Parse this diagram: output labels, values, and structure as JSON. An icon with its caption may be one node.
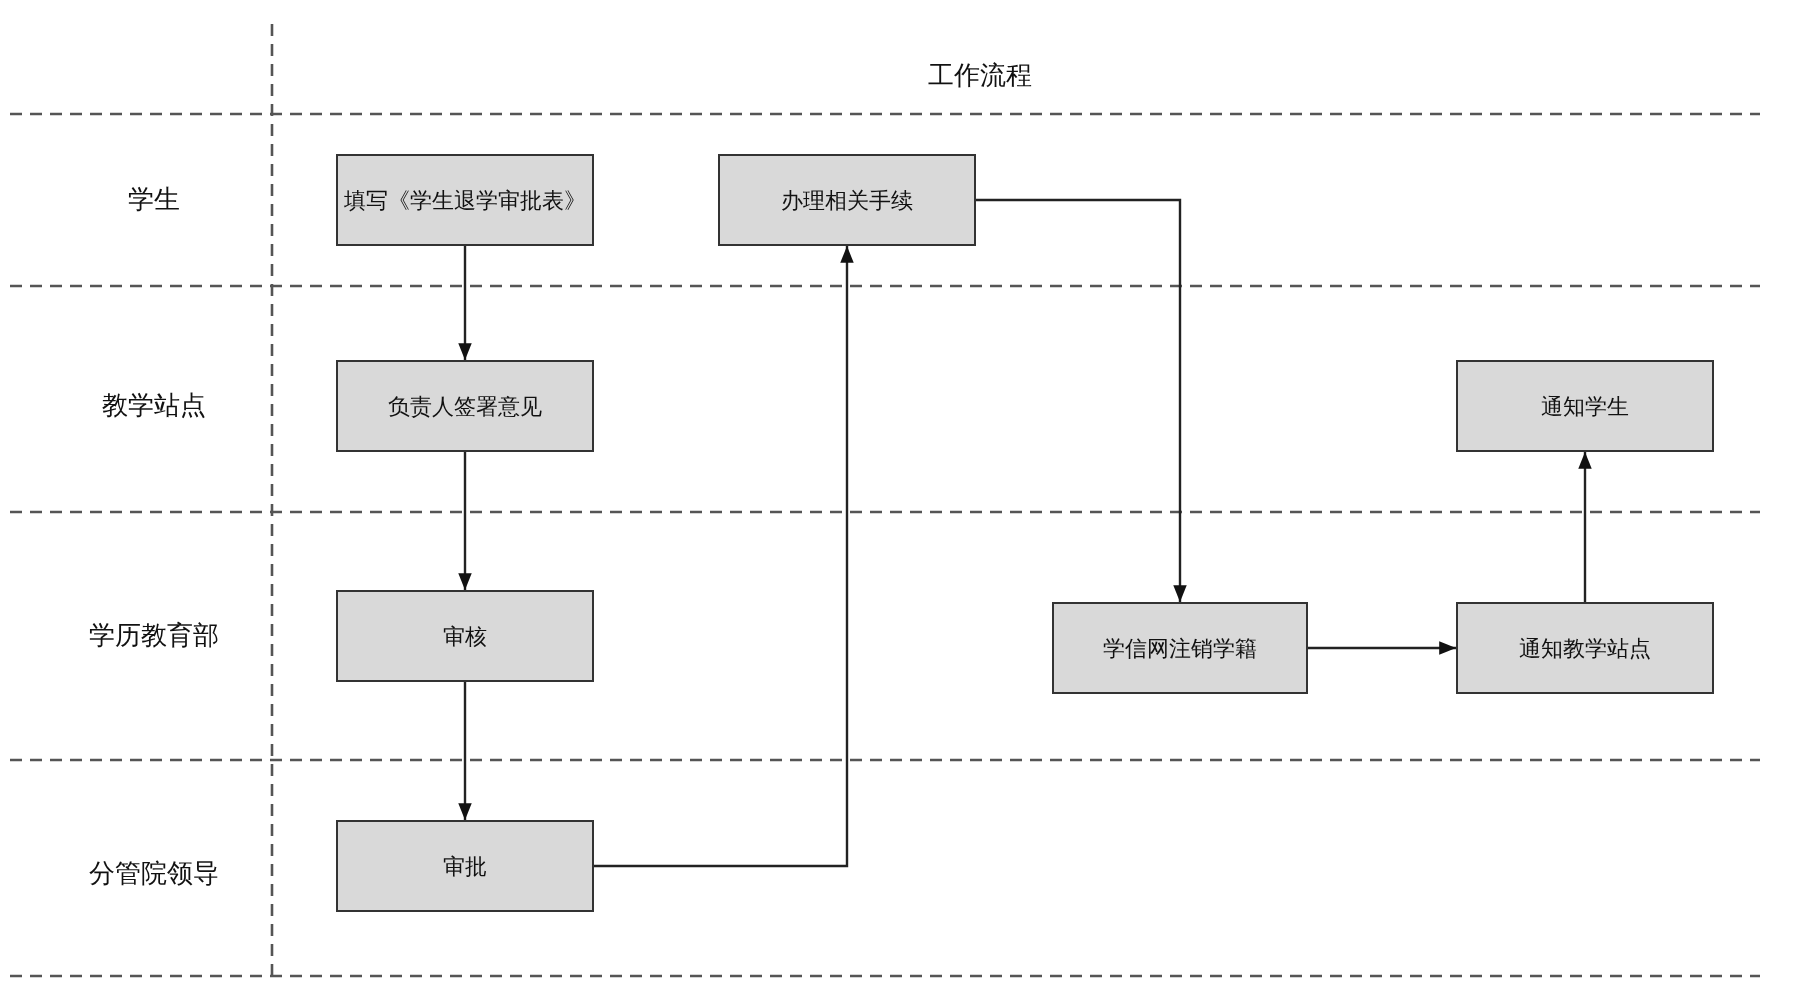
{
  "diagram": {
    "title": "工作流程",
    "nodes": [
      {
        "text": [
          "填写《学生退学审批表》"
        ]
      },
      {
        "text": [
          "办理相关手续"
        ]
      },
      {
        "text": [
          "负责人签署意见"
        ]
      },
      {
        "text": [
          "通知学生"
        ]
      },
      {
        "text": [
          "审核"
        ]
      },
      {
        "text": [
          "学信网注销学籍"
        ]
      },
      {
        "text": [
          "通知教学站点"
        ]
      },
      {
        "text": [
          "审批"
        ]
      }
    ],
    "edges": [
      {
        "from": 0,
        "to": 2,
        "arrow": "to"
      },
      {
        "from": 2,
        "to": 4,
        "arrow": "to"
      },
      {
        "from": 4,
        "to": 7,
        "arrow": "to"
      },
      {
        "from": 7,
        "to": 1,
        "arrow": "to"
      },
      {
        "from": 1,
        "to": 5,
        "arrow": "to"
      },
      {
        "from": 5,
        "to": 6,
        "arrow": "to"
      },
      {
        "from": 6,
        "to": 3,
        "arrow": "to"
      }
    ],
    "labels": [
      "学生",
      "教学站点",
      "学历教育部",
      "分管院领导"
    ]
  }
}
